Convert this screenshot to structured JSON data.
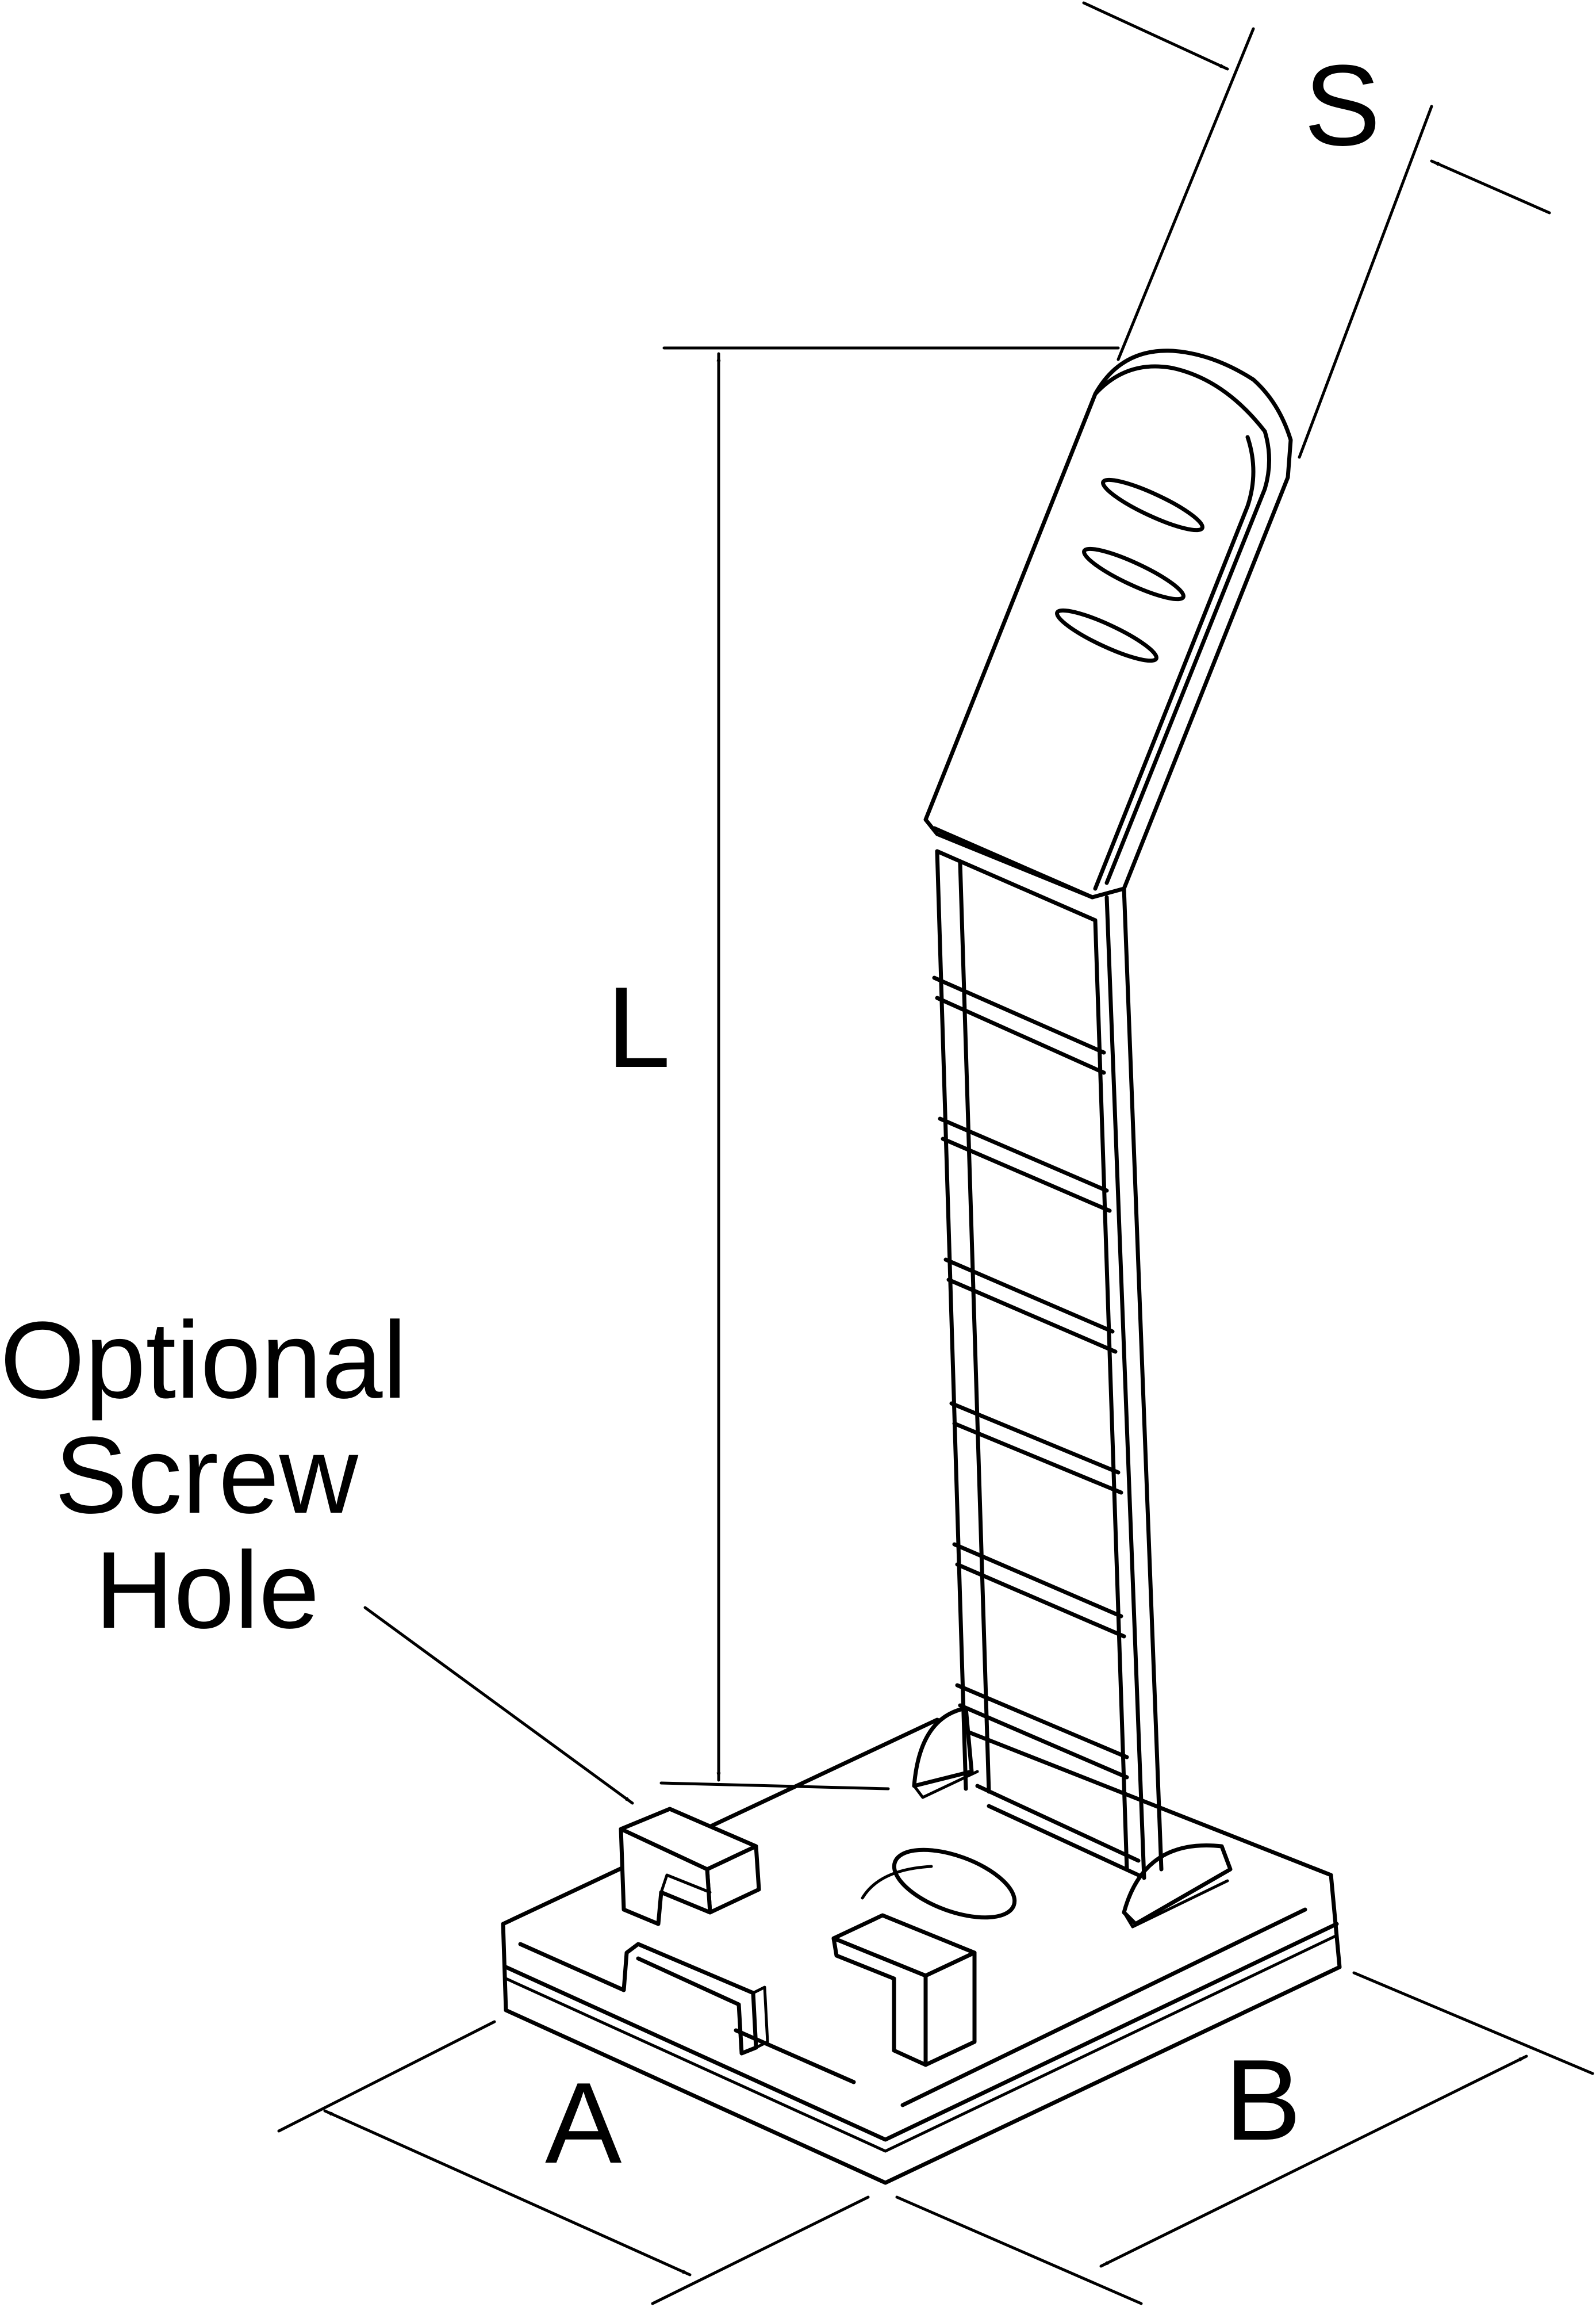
{
  "labels": {
    "s": "S",
    "l": "L",
    "a": "A",
    "b": "B",
    "callout_line1": "Optional",
    "callout_line2": "Screw",
    "callout_line3": "Hole"
  },
  "colors": {
    "stroke": "#000000",
    "background": "#ffffff"
  },
  "icons": {
    "arrowhead": "arrowhead-icon"
  }
}
